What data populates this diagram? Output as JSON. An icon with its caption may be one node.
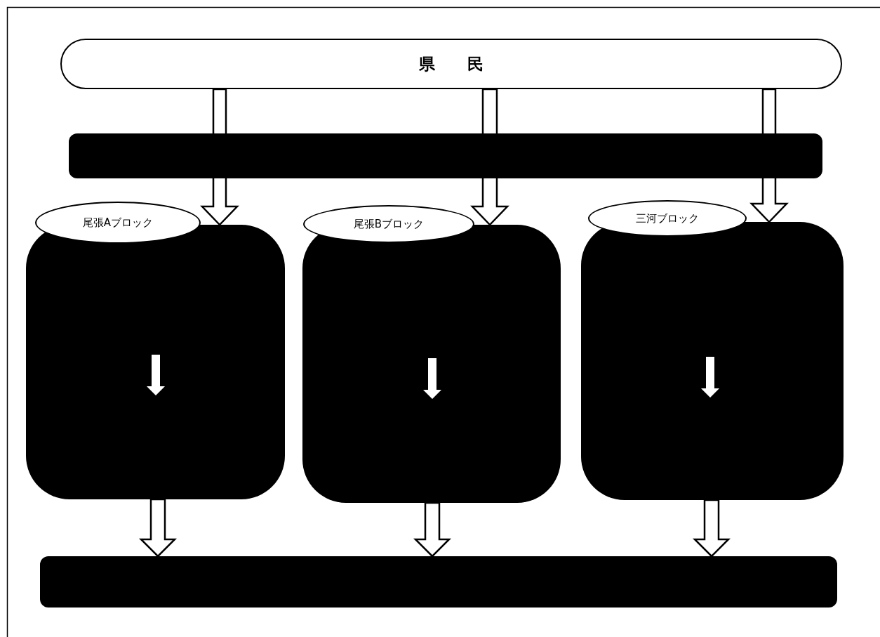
{
  "diagram": {
    "nodes": [
      {
        "text": [
          "県民"
        ]
      },
      {
        "text": [],
        "shape": "bar"
      },
      {
        "text": [
          "尾張Aブロック"
        ]
      },
      {
        "text": [],
        "shape": "box"
      },
      {
        "text": [
          "尾張Bブロック"
        ]
      },
      {
        "text": [],
        "shape": "box"
      },
      {
        "text": [
          "三河ブロック"
        ]
      },
      {
        "text": [],
        "shape": "box"
      },
      {
        "text": [],
        "shape": "bar"
      }
    ],
    "edges": [
      {
        "from": 0,
        "to": 3,
        "arrow": "to"
      },
      {
        "from": 0,
        "to": 5,
        "arrow": "to"
      },
      {
        "from": 0,
        "to": 7,
        "arrow": "to"
      },
      {
        "from": 3,
        "to": 8,
        "arrow": "to"
      },
      {
        "from": 5,
        "to": 8,
        "arrow": "to"
      },
      {
        "from": 7,
        "to": 8,
        "arrow": "to"
      }
    ]
  }
}
